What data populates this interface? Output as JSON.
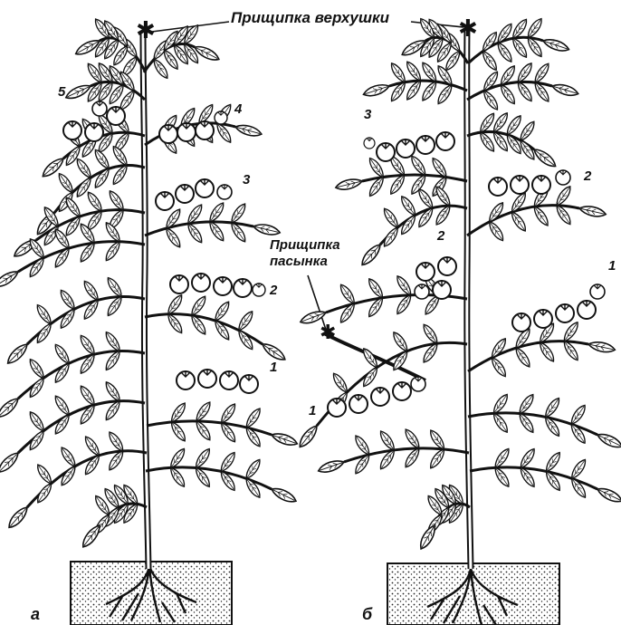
{
  "figure": {
    "top_label": "Прищипка верхушки",
    "side_label_line1": "Прищипка",
    "side_label_line2": "пасынка",
    "panel_a": "а",
    "panel_b": "б"
  },
  "plant_a_cluster_numbers": [
    "1",
    "2",
    "3",
    "4",
    "5"
  ],
  "plant_b_cluster_numbers": [
    "1",
    "1",
    "2",
    "2",
    "3"
  ],
  "colors": {
    "ink": "#111111",
    "paper": "#ffffff"
  }
}
